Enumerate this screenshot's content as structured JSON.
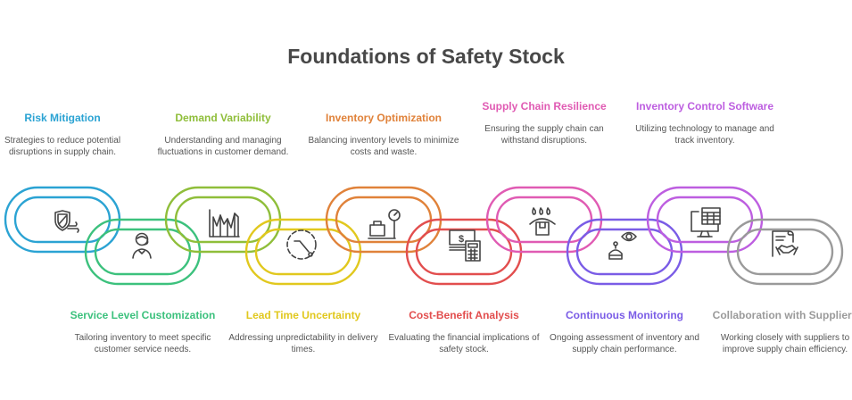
{
  "title": "Foundations of Safety Stock",
  "items": [
    {
      "heading": "Risk Mitigation",
      "description": "Strategies to reduce potential disruptions in supply chain.",
      "color": "#2ba3d3",
      "icon": "shield-wind-icon",
      "row": "top"
    },
    {
      "heading": "Service Level Customization",
      "description": "Tailoring inventory to meet specific customer service needs.",
      "color": "#3cc17d",
      "icon": "customer-service-agent-icon",
      "row": "bottom"
    },
    {
      "heading": "Demand Variability",
      "description": "Understanding and managing fluctuations in customer demand.",
      "color": "#8fbe3a",
      "icon": "fluctuating-chart-icon",
      "row": "top"
    },
    {
      "heading": "Lead Time Uncertainty",
      "description": "Addressing unpredictability in delivery times.",
      "color": "#e1c81e",
      "icon": "dashed-clock-icon",
      "row": "bottom"
    },
    {
      "heading": "Inventory Optimization",
      "description": "Balancing inventory levels to minimize costs and waste.",
      "color": "#e0823a",
      "icon": "luggage-scale-icon",
      "row": "top"
    },
    {
      "heading": "Cost-Benefit Analysis",
      "description": "Evaluating the financial implications of safety stock.",
      "color": "#e24e4e",
      "icon": "money-calculator-icon",
      "row": "bottom"
    },
    {
      "heading": "Supply Chain Resilience",
      "description": "Ensuring the supply chain can withstand disruptions.",
      "color": "#e05bb3",
      "icon": "box-umbrella-rain-icon",
      "row": "top"
    },
    {
      "heading": "Continuous Monitoring",
      "description": "Ongoing assessment of inventory and supply chain performance.",
      "color": "#7a5ce6",
      "icon": "robot-eye-icon",
      "row": "bottom"
    },
    {
      "heading": "Inventory Control Software",
      "description": "Utilizing technology to manage and track inventory.",
      "color": "#bd5ee0",
      "icon": "computer-spreadsheet-icon",
      "row": "top"
    },
    {
      "heading": "Collaboration with Suppliers",
      "description": "Working closely with suppliers to improve supply chain efficiency.",
      "color": "#9a9a9a",
      "icon": "contract-handshake-icon",
      "row": "bottom"
    }
  ]
}
